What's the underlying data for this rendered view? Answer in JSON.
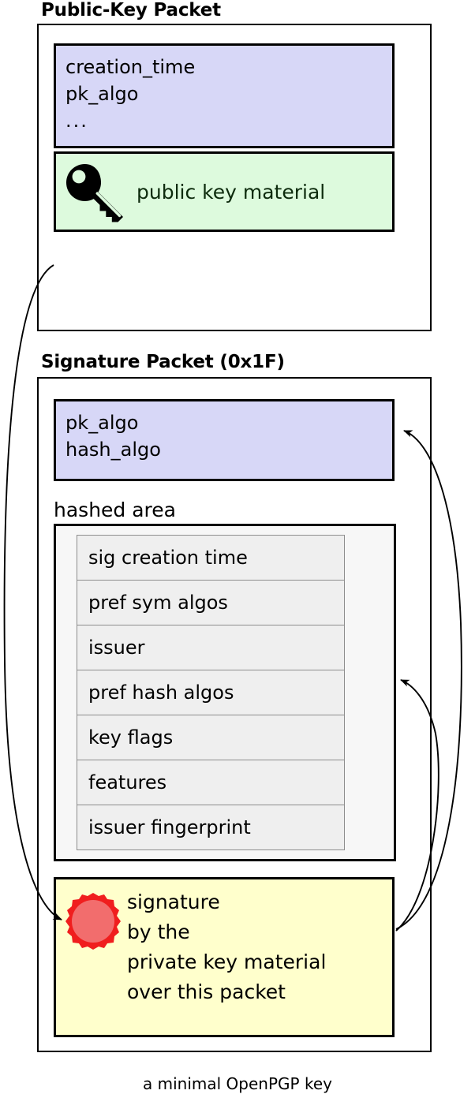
{
  "diagram": {
    "caption": "a minimal OpenPGP key",
    "colors": {
      "lavender_fill": "#d7d7f7",
      "green_fill": "#ddfadd",
      "yellow_fill": "#ffffcc",
      "subpacket_fill": "#efefef",
      "hashed_area_fill": "#f7f7f7",
      "seal_outer": "#f01e1e",
      "seal_inner": "#f26d6d",
      "stroke": "#000000"
    }
  },
  "public_key_packet": {
    "title": "Public-Key Packet",
    "fields": [
      "creation_time",
      "pk_algo",
      "..."
    ],
    "material": {
      "icon": "key-icon",
      "label": "public key material"
    }
  },
  "signature_packet": {
    "title": "Signature Packet (0x1F)",
    "algos": [
      "pk_algo",
      "hash_algo"
    ],
    "hashed_area": {
      "label": "hashed area",
      "subpackets": [
        "sig creation time",
        "pref sym algos",
        "issuer",
        "pref hash algos",
        "key flags",
        "features",
        "issuer fingerprint"
      ]
    },
    "signature": {
      "icon": "wax-seal-icon",
      "lines": [
        "signature",
        "by the",
        "private key material",
        "over this packet"
      ]
    }
  }
}
